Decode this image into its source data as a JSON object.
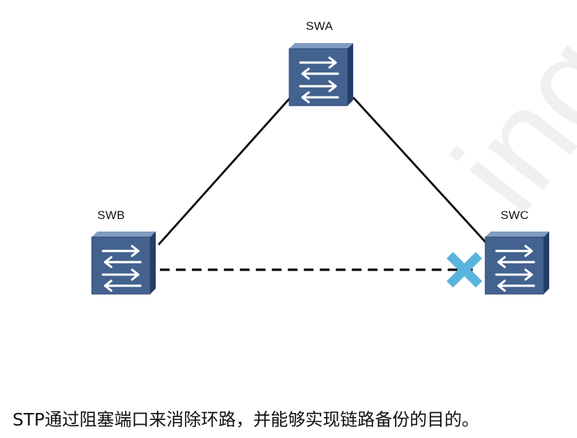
{
  "switches": {
    "a": {
      "label": "SWA"
    },
    "b": {
      "label": "SWB"
    },
    "c": {
      "label": "SWC"
    }
  },
  "links": [
    {
      "from": "SWA",
      "to": "SWB",
      "style": "solid"
    },
    {
      "from": "SWA",
      "to": "SWC",
      "style": "solid"
    },
    {
      "from": "SWB",
      "to": "SWC",
      "style": "dashed",
      "blocked_at": "SWC"
    }
  ],
  "caption": "STP通过阻塞端口来消除环路，并能够实现链路备份的目的。",
  "watermark": "ing.",
  "colors": {
    "switch_front": "#3f5d8a",
    "switch_top": "#6f8fb5",
    "switch_side": "#27406a",
    "link": "#111111",
    "block_mark": "#5ab4dd"
  },
  "icons": {
    "switch": "switch-arrows-icon",
    "block": "blocked-port-x-icon"
  }
}
